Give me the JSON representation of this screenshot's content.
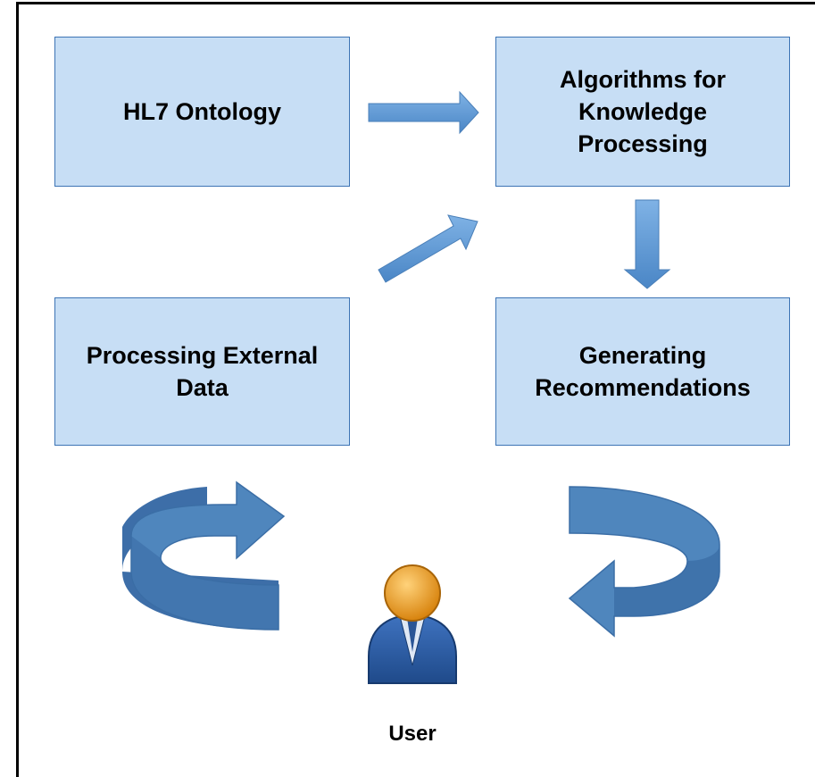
{
  "boxes": {
    "hl7": "HL7 Ontology",
    "algorithms": "Algorithms for\nKnowledge\nProcessing",
    "external": "Processing External\nData",
    "recommendations": "Generating\nRecommendations"
  },
  "user_label": "User",
  "colors": {
    "box_fill": "#c7def5",
    "box_border": "#3d74b5",
    "arrow_fill": "#5b9bd5",
    "curved_arrow_fill": "#4f86bd",
    "user_head": "#f0a030",
    "user_body": "#2f5fa8"
  },
  "icons": [
    "arrow-right-icon",
    "arrow-diagonal-icon",
    "arrow-down-icon",
    "circular-arrow-left-icon",
    "circular-arrow-right-icon",
    "user-icon"
  ]
}
